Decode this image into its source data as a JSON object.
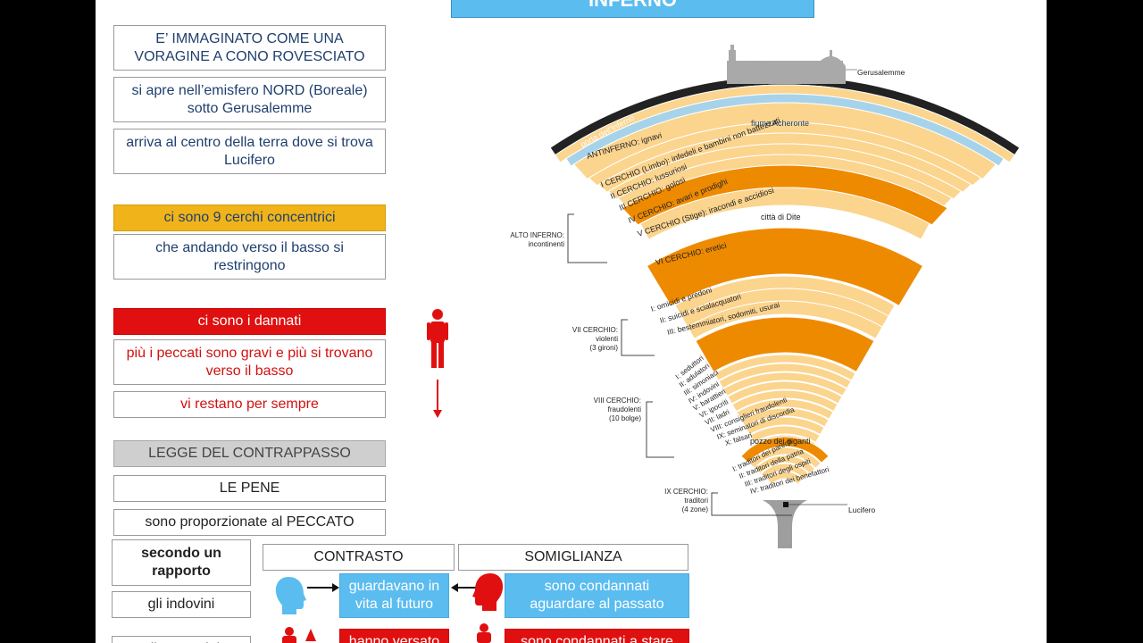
{
  "title": "INFERNO",
  "left": {
    "b1": "E’ IMMAGINATO COME UNA VORAGINE A CONO ROVESCIATO",
    "b2": "si apre nell’emisfero NORD (Boreale) sotto Gerusalemme",
    "b3": "arriva al centro della terra dove si trova Lucifero",
    "b4": "ci sono 9 cerchi concentrici",
    "b5": "che andando verso il basso si restringono",
    "b6": "ci sono i dannati",
    "b7": "più i peccati sono gravi e più si trovano verso il basso",
    "b8": "vi restano per sempre",
    "b9": "LEGGE DEL CONTRAPPASSO",
    "b10": "LE PENE",
    "b11": "sono proporzionate al PECCATO",
    "b12": "secondo un rapporto",
    "b13": "gli indovini",
    "b14": "gli assassini"
  },
  "contrappasso": {
    "contrasto": "CONTRASTO",
    "somiglianza": "SOMIGLIANZA",
    "c1": "guardavano in vita al futuro",
    "s1": "sono condannati aguardare al passato",
    "c2": "hanno versato sangue",
    "s2": "sono condannati a stare nel sangue"
  },
  "diagram": {
    "city": "Gerusalemme",
    "porta": "porta dell'Inferno",
    "antinferno": "ANTINFERNO: ignavi",
    "acheronte": "fiume Acheronte",
    "c1": "I CERCHIO (Limbo): infedeli e bambini non battezzati",
    "c2": "II CERCHIO: lussuriosi",
    "c3": "III CERCHIO: golosi",
    "c4": "IV CERCHIO: avari e prodighi",
    "c5": "V CERCHIO (Stige): iracondi e accidiosi",
    "dite": "città di Dite",
    "c6": "VI CERCHIO: eretici",
    "c7a": "I: omicidi e predoni",
    "c7b": "II: suicidi e scialacquatori",
    "c7c": "III: bestemmiatori, sodomiti, usurai",
    "b1": "I: seduttori",
    "b2": "II: adulatori",
    "b3": "III: simoniaci",
    "b4": "IV: indovini",
    "b5": "V: barattieri",
    "b6": "VI: ipocriti",
    "b7": "VII: ladri",
    "b8": "VIII: consiglieri fraudolenti",
    "b9": "IX: seminatori di discordia",
    "b10": "X: falsari",
    "giganti": "pozzo dei giganti",
    "z1": "I: traditori dei parenti",
    "z2": "II: traditori della patria",
    "z3": "III: traditori degli ospiti",
    "z4": "IV: traditori dei benefattori",
    "alto1": "ALTO INFERNO:",
    "alto2": "incontinenti",
    "vii1": "VII CERCHIO:",
    "vii2": "violenti",
    "vii3": "(3 gironi)",
    "viii1": "VIII CERCHIO:",
    "viii2": "fraudolenti",
    "viii3": "(10 bolge)",
    "ix1": "IX CERCHIO:",
    "ix2": "traditori",
    "ix3": "(4 zone)",
    "lucifero": "Lucifero"
  },
  "colors": {
    "blue": "#5bbcf0",
    "yellow": "#f0b41a",
    "red": "#e01010",
    "orange": "#ee8a00",
    "pale": "#fbd48e"
  }
}
